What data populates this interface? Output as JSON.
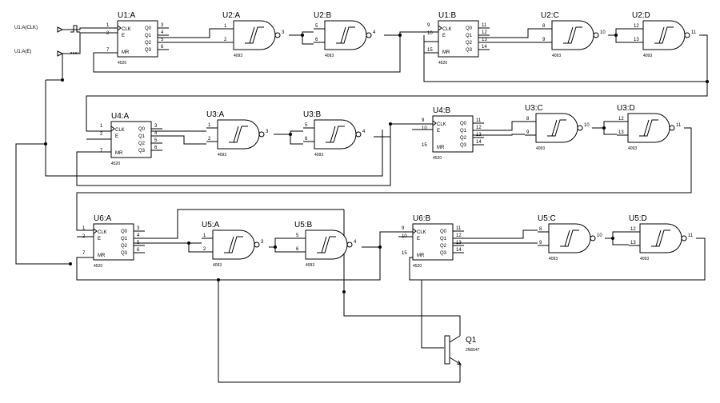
{
  "sources": [
    {
      "label": "U1:A(CLK)"
    },
    {
      "label": "U1:A(E)"
    }
  ],
  "counters": [
    {
      "ref": "U1:A",
      "part": "4520",
      "inputs": {
        "clk": "1",
        "e": "2",
        "mr": "7"
      },
      "outputs": [
        "3",
        "4",
        "5",
        "6"
      ]
    },
    {
      "ref": "U1:B",
      "part": "4520",
      "inputs": {
        "clk": "9",
        "e": "10",
        "mr": "15"
      },
      "outputs": [
        "11",
        "12",
        "13",
        "14"
      ]
    },
    {
      "ref": "U4:A",
      "part": "4520",
      "inputs": {
        "clk": "1",
        "e": "2",
        "mr": "7"
      },
      "outputs": [
        "3",
        "4",
        "5",
        "6"
      ]
    },
    {
      "ref": "U4:B",
      "part": "4520",
      "inputs": {
        "clk": "9",
        "e": "10",
        "mr": "15"
      },
      "outputs": [
        "11",
        "12",
        "13",
        "14"
      ]
    },
    {
      "ref": "U6:A",
      "part": "4520",
      "inputs": {
        "clk": "1",
        "e": "2",
        "mr": "7"
      },
      "outputs": [
        "3",
        "4",
        "5",
        "6"
      ]
    },
    {
      "ref": "U6:B",
      "part": "4520",
      "inputs": {
        "clk": "9",
        "e": "10",
        "mr": "15"
      },
      "outputs": [
        "11",
        "12",
        "13",
        "14"
      ]
    }
  ],
  "counter_labels": {
    "clk": "CLK",
    "e": "E",
    "mr": "MR",
    "outputs": [
      "Q0",
      "Q1",
      "Q2",
      "Q3"
    ]
  },
  "gates": [
    {
      "ref": "U2:A",
      "part": "4093",
      "in": [
        "1",
        "2"
      ],
      "out": "3"
    },
    {
      "ref": "U2:B",
      "part": "4093",
      "in": [
        "5",
        "6"
      ],
      "out": "4"
    },
    {
      "ref": "U2:C",
      "part": "4093",
      "in": [
        "8",
        "9"
      ],
      "out": "10"
    },
    {
      "ref": "U2:D",
      "part": "4093",
      "in": [
        "12",
        "13"
      ],
      "out": "11"
    },
    {
      "ref": "U3:A",
      "part": "4093",
      "in": [
        "1",
        "2"
      ],
      "out": "3"
    },
    {
      "ref": "U3:B",
      "part": "4093",
      "in": [
        "5",
        "6"
      ],
      "out": "4"
    },
    {
      "ref": "U3:C",
      "part": "4093",
      "in": [
        "8",
        "9"
      ],
      "out": "10"
    },
    {
      "ref": "U3:D",
      "part": "4093",
      "in": [
        "12",
        "13"
      ],
      "out": "11"
    },
    {
      "ref": "U5:A",
      "part": "4093",
      "in": [
        "1",
        "2"
      ],
      "out": "3"
    },
    {
      "ref": "U5:B",
      "part": "4093",
      "in": [
        "5",
        "6"
      ],
      "out": "4"
    },
    {
      "ref": "U5:C",
      "part": "4093",
      "in": [
        "8",
        "9"
      ],
      "out": "10"
    },
    {
      "ref": "U5:D",
      "part": "4093",
      "in": [
        "12",
        "13"
      ],
      "out": "11"
    }
  ],
  "transistor": {
    "ref": "Q1",
    "part": "2N6547"
  }
}
